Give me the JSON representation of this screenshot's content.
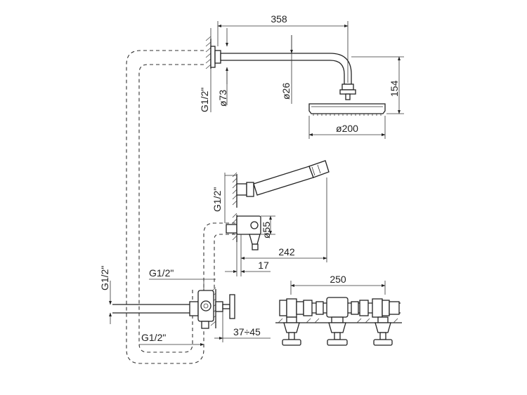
{
  "dimensions": {
    "arm_length": "358",
    "arm_diameter": "ø26",
    "flange_diameter": "ø73",
    "arm_thread": "G1/2\"",
    "head_height": "154",
    "head_diameter": "ø200",
    "hand_thread": "G1/2\"",
    "outlet_diameter": "ø55",
    "hose_length": "242",
    "outlet_offset": "17",
    "mixer_inlet_thread_top": "G1/2\"",
    "mixer_inlet_thread_bottom": "G1/2\"",
    "wall_thread": "G1/2\"",
    "wall_depth": "37÷45",
    "mixer_centres": "250"
  }
}
